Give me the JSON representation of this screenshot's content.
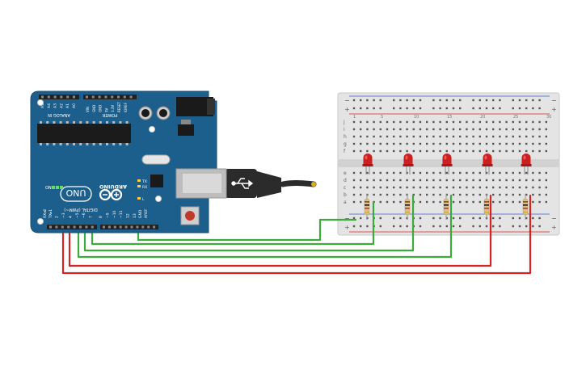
{
  "arduino": {
    "brand": "ARDUINO",
    "model": "UNO",
    "on_label": "ON",
    "analog_in_label": "ANALOG IN",
    "power_label": "POWER",
    "digital_label": "DIGITAL (PWM~)",
    "aref_label": "AREF",
    "gnd_label": "GND",
    "tx_label": "TX",
    "rx_label": "RX",
    "l_label": "L",
    "tx_pin_label": "TX▸1",
    "rx_pin_label": "RX◂0",
    "analog_pins": [
      "A5",
      "A4",
      "A3",
      "A2",
      "A1",
      "A0"
    ],
    "power_pins": [
      "VIN",
      "GND",
      "GND",
      "5V",
      "3.3V",
      "RESET",
      "IOREF"
    ],
    "digital_pins": [
      "13",
      "12",
      "~11",
      "~10",
      "~9",
      "8",
      "7",
      "~6",
      "~5",
      "4",
      "~3",
      "2"
    ]
  },
  "breadboard": {
    "row_letters_top": [
      "j",
      "i",
      "h",
      "g",
      "f"
    ],
    "row_letters_bottom": [
      "e",
      "d",
      "c",
      "b",
      "a"
    ],
    "column_numbers": [
      "1",
      "5",
      "10",
      "15",
      "20",
      "25",
      "30"
    ],
    "rail_plus": "+",
    "rail_minus": "−"
  },
  "components": {
    "led_count": 5,
    "led_color": "#cc1f1f",
    "resistor_count": 5
  },
  "colors": {
    "board": "#1c5f8c",
    "wire_green": "#3caa3c",
    "wire_red": "#d42424",
    "breadboard": "#e6e6e6",
    "cable": "#2b2b2b"
  }
}
